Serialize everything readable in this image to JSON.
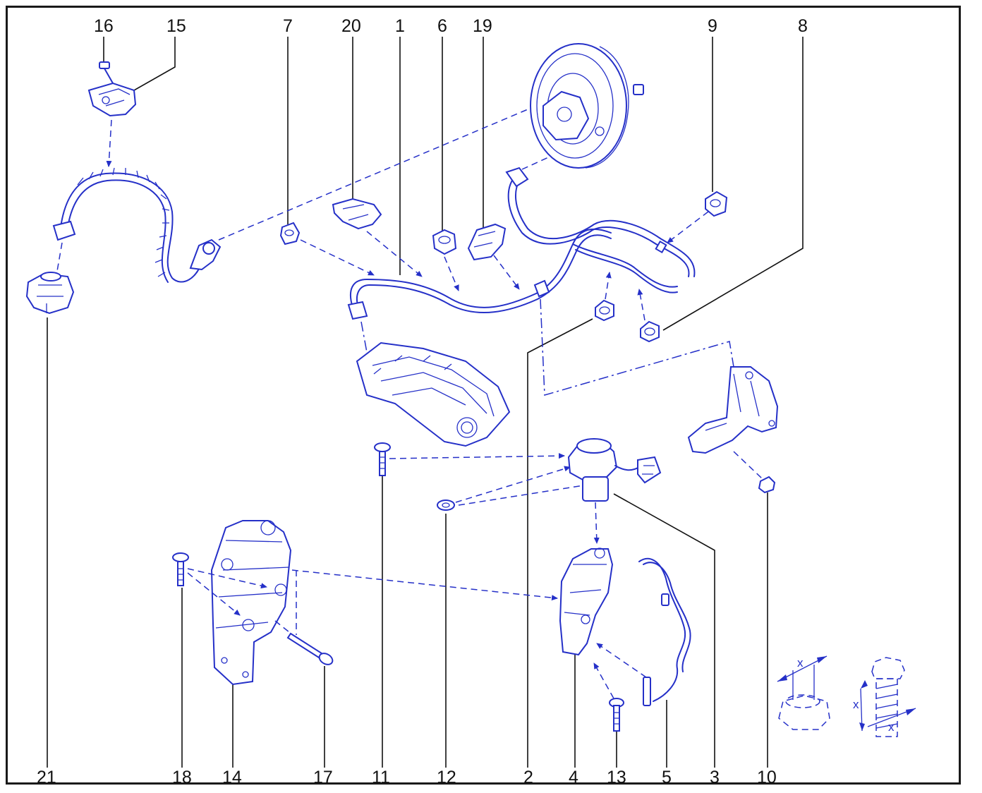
{
  "colors": {
    "line": "#2530c8",
    "label": "#111111",
    "frame": "#1a1a1a"
  },
  "callouts": {
    "top": [
      "16",
      "15",
      "7",
      "20",
      "1",
      "6",
      "19",
      "9",
      "8"
    ],
    "bottom": [
      "21",
      "18",
      "14",
      "17",
      "11",
      "12",
      "2",
      "4",
      "13",
      "5",
      "3",
      "10"
    ]
  },
  "detail": {
    "dimension_marker": "x"
  }
}
